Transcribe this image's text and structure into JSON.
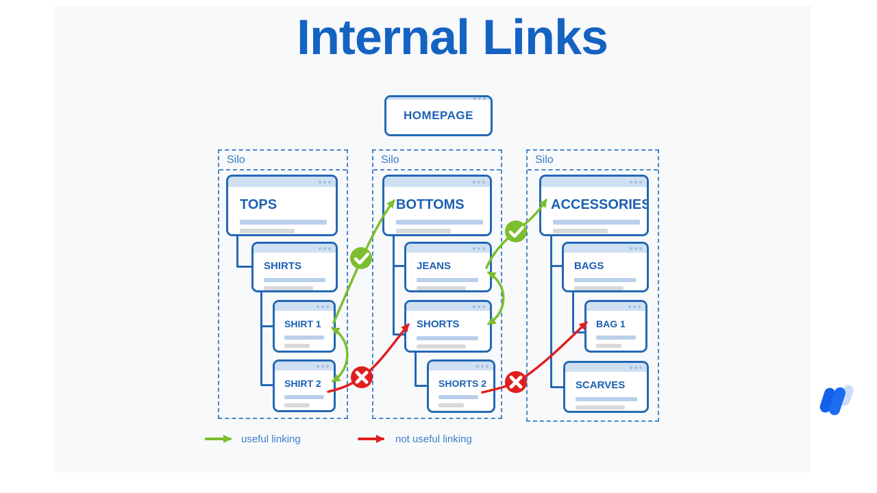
{
  "title": "Internal Links",
  "homepage": {
    "title": "HOMEPAGE"
  },
  "silos": [
    {
      "label": "Silo",
      "pages": [
        {
          "title": "TOPS"
        },
        {
          "title": "SHIRTS"
        },
        {
          "title": "SHIRT 1"
        },
        {
          "title": "SHIRT 2"
        }
      ]
    },
    {
      "label": "Silo",
      "pages": [
        {
          "title": "BOTTOMS"
        },
        {
          "title": "JEANS"
        },
        {
          "title": "SHORTS"
        },
        {
          "title": "SHORTS 2"
        }
      ]
    },
    {
      "label": "Silo",
      "pages": [
        {
          "title": "ACCESSORIES"
        },
        {
          "title": "BAGS"
        },
        {
          "title": "BAG 1"
        },
        {
          "title": "SCARVES"
        }
      ]
    }
  ],
  "connections": [
    {
      "from": "SHIRT 1",
      "to": "BOTTOMS",
      "type": "useful",
      "badge": "check"
    },
    {
      "from": "JEANS",
      "to": "ACCESSORIES",
      "type": "useful",
      "badge": "check"
    },
    {
      "from": "SHIRT 1",
      "to": "SHIRT 2",
      "type": "useful",
      "bidirectional": true
    },
    {
      "from": "JEANS",
      "to": "SHORTS",
      "type": "useful",
      "bidirectional": true
    },
    {
      "from": "SHIRT 2",
      "to": "SHORTS",
      "type": "not_useful",
      "badge": "cross"
    },
    {
      "from": "SHORTS 2",
      "to": "BAG 1",
      "type": "not_useful",
      "badge": "cross"
    }
  ],
  "legend": {
    "useful": "useful linking",
    "not_useful": "not useful linking"
  },
  "colors": {
    "title_blue": "#1463c2",
    "box_border_blue": "#2368b4",
    "box_header_fill": "#cfe0f3",
    "box_title_blue": "#1c60b2",
    "silo_dash_blue": "#4a86c8",
    "useful_green": "#7cbe2e",
    "not_useful_red": "#e01e1e",
    "legend_text_blue": "#3f7dc9"
  }
}
